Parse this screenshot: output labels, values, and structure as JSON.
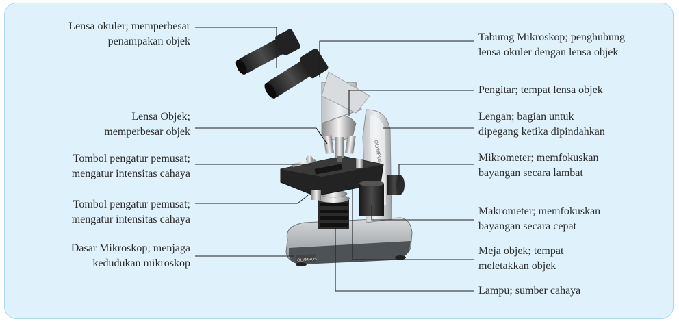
{
  "labels": {
    "lensa_okuler": [
      "Lensa okuler; memperbesar",
      "penampakan objek"
    ],
    "tabung": [
      "Tabumg Mikroskop; penghubung",
      "lensa okuler dengan lensa objek"
    ],
    "pengitar": [
      "Pengitar; tempat lensa objek"
    ],
    "lengan": [
      "Lengan; bagian untuk",
      "dipegang ketika dipindahkan"
    ],
    "lensa_objek": [
      "Lensa Objek;",
      "memperbesar objek"
    ],
    "mikrometer": [
      "Mikrometer; memfokuskan",
      "bayangan secara lambat"
    ],
    "tombol_1": [
      "Tombol pengatur pemusat;",
      "mengatur intensitas cahaya"
    ],
    "tombol_2": [
      "Tombol pengatur pemusat;",
      "mengatur intensitas cahaya"
    ],
    "makrometer": [
      "Makrometer; memfokuskan",
      "bayangan secara cepat"
    ],
    "dasar": [
      "Dasar Mikroskop; menjaga",
      "kedudukan mikroskop"
    ],
    "meja": [
      "Meja objek; tempat",
      "meletakkan objek"
    ],
    "lampu": [
      "Lampu; sumber cahaya"
    ]
  },
  "brand_text": "OLYMPUS"
}
